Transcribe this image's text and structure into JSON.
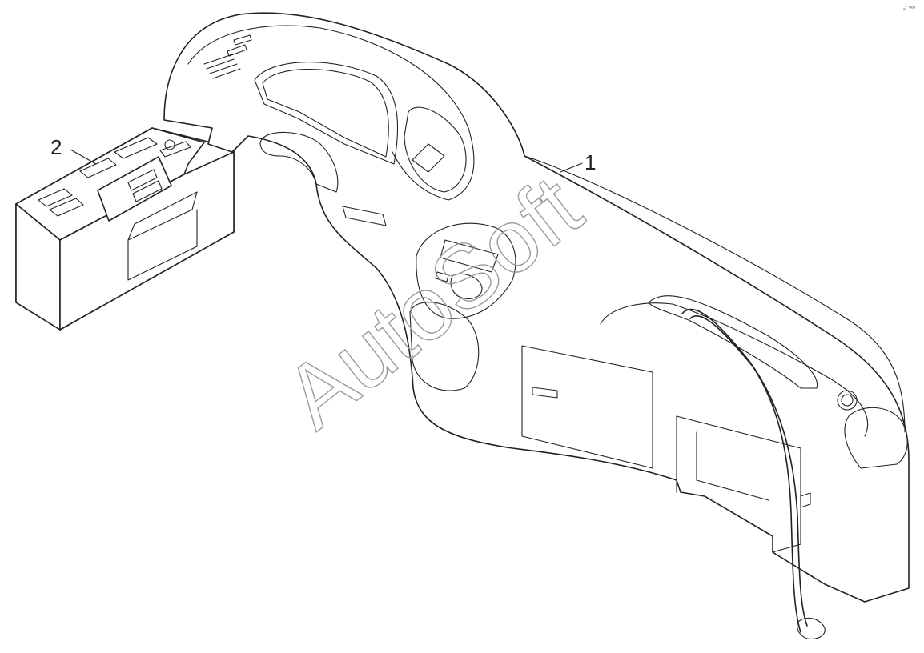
{
  "callouts": {
    "part_1": "1",
    "part_2": "2"
  },
  "watermark": "AutoSoft",
  "corner_mark": "ₔ° ᵅᵅᵅ"
}
